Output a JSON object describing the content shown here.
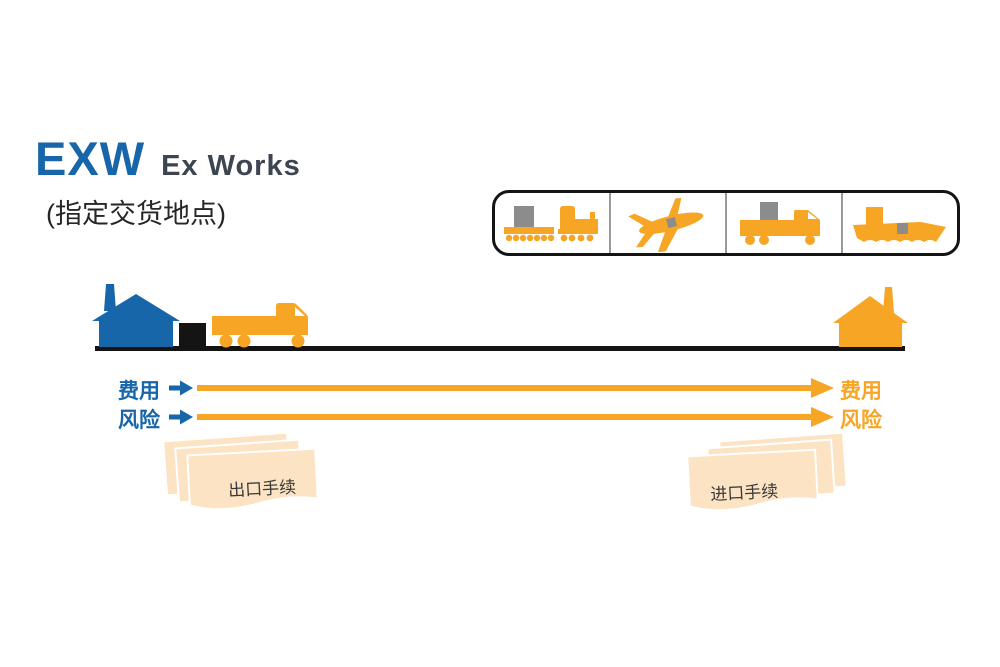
{
  "colors": {
    "blue": "#1766A9",
    "orange": "#F6A525",
    "dark": "#3D4551",
    "black": "#141414",
    "cargo_gray": "#8C8C8C",
    "divider_gray": "#9A9A9A",
    "paper": "#FBE3C3",
    "paper_text": "#3A3A3A"
  },
  "header": {
    "code": "EXW",
    "name": "Ex Works",
    "place": "(指定交货地点)"
  },
  "transport_box": {
    "modes": [
      "train",
      "airplane",
      "truck",
      "ship"
    ]
  },
  "flows": {
    "cost": {
      "left_label": "费用",
      "right_label": "费用"
    },
    "risk": {
      "left_label": "风险",
      "right_label": "风险"
    }
  },
  "documents": {
    "export_label": "出口手续",
    "import_label": "进口手续"
  }
}
